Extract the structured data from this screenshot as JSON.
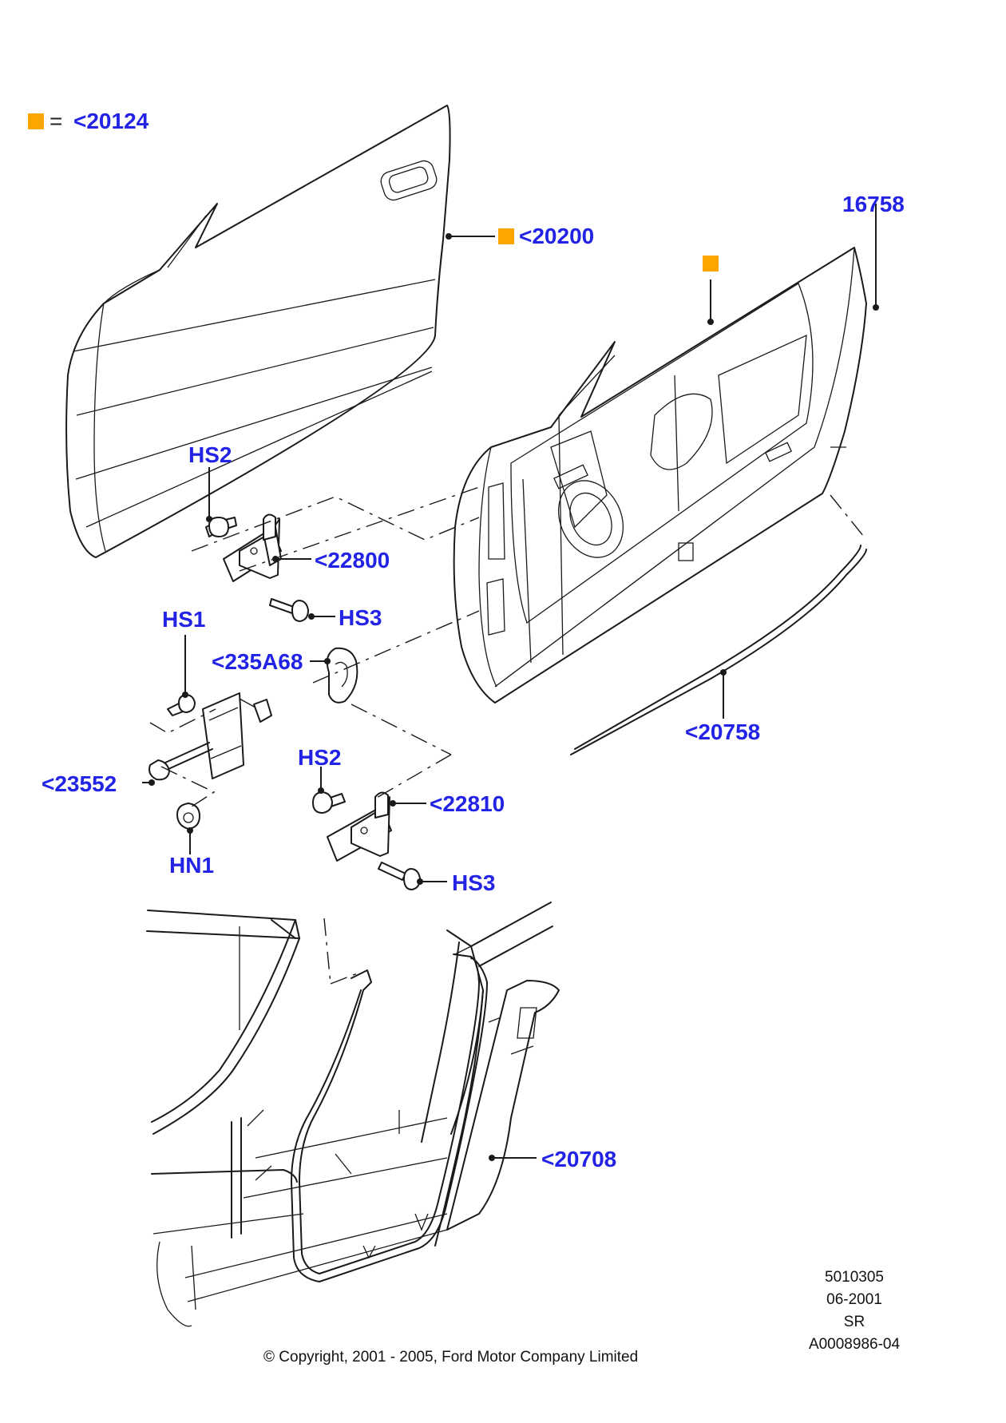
{
  "legend": {
    "equals": "=",
    "ref": "<20124"
  },
  "callouts": {
    "outer_panel": "<20200",
    "clip": "16758",
    "hs2_upper": "HS2",
    "hinge_upper": "<22800",
    "hs3_upper": "HS3",
    "hs1": "HS1",
    "check_arm_bracket": "<235A68",
    "check_arm": "<23552",
    "hn1": "HN1",
    "hs2_lower": "HS2",
    "hinge_lower": "<22810",
    "hs3_lower": "HS3",
    "belt_weatherstrip": "<20758",
    "door_weatherstrip": "<20708"
  },
  "colors": {
    "callout": "#2323e6",
    "marker": "#ffa500",
    "line": "#1a1a1a"
  },
  "footer": {
    "copyright": "© Copyright, 2001 - 2005, Ford Motor Company Limited",
    "ids": [
      "5010305",
      "06-2001",
      "SR",
      "A0008986-04"
    ]
  }
}
